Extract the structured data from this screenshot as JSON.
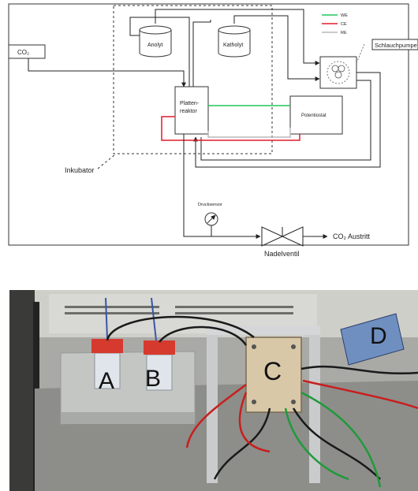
{
  "schematic": {
    "co2_in": "CO₂",
    "anolyt": "Anolyt",
    "katholyt": "Katholyt",
    "reactor_line1": "Platten-",
    "reactor_line2": "reaktor",
    "potentiostat": "Potentiostat",
    "pump": "Schlauchpumpe",
    "incubator": "Inkubator",
    "pressure_sensor": "Drucksensor",
    "needle_valve": "Nadelventil",
    "co2_out": "CO₂ Austritt",
    "legend": [
      {
        "label": "WE",
        "color": "#22c55e"
      },
      {
        "label": "CE",
        "color": "#e11d2a"
      },
      {
        "label": "RE",
        "color": "#b8b8b8"
      }
    ]
  },
  "photo": {
    "labels": [
      "A",
      "B",
      "C",
      "D"
    ]
  }
}
